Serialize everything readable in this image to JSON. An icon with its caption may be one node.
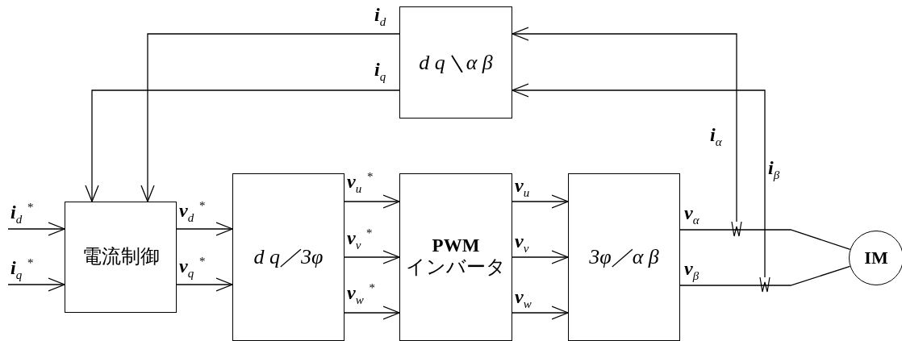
{
  "diagram": {
    "nodes": [
      {
        "text": [
          "d q＼α β"
        ]
      },
      {
        "text": [
          "電流制御"
        ]
      },
      {
        "text": [
          "d q／3φ"
        ]
      },
      {
        "text": [
          "PWM",
          "インバータ"
        ]
      },
      {
        "text": [
          "3φ／α β"
        ]
      },
      {
        "text": [
          "IM"
        ]
      },
      {
        "text": [],
        "shape": "sensor"
      },
      {
        "text": [],
        "shape": "sensor"
      }
    ],
    "edges": [
      {
        "from": null,
        "to": 1,
        "arrow": "to",
        "label": "**i**$_{d}$ $^{*}$"
      },
      {
        "from": null,
        "to": 1,
        "arrow": "to",
        "label": "**i**$_{q}$ $^{*}$"
      },
      {
        "from": 1,
        "to": 2,
        "arrow": "to",
        "label": "**v**$_{d}$ $^{*}$"
      },
      {
        "from": 1,
        "to": 2,
        "arrow": "to",
        "label": "**v**$_{q}$ $^{*}$"
      },
      {
        "from": 2,
        "to": 3,
        "arrow": "to",
        "label": "**v**$_{u}$ $^{*}$"
      },
      {
        "from": 2,
        "to": 3,
        "arrow": "to",
        "label": "**v**$_{v}$ $^{*}$"
      },
      {
        "from": 2,
        "to": 3,
        "arrow": "to",
        "label": "**v**$_{w}$ $^{*}$"
      },
      {
        "from": 3,
        "to": 4,
        "arrow": "to",
        "label": "**v**$_{u}$"
      },
      {
        "from": 3,
        "to": 4,
        "arrow": "to",
        "label": "**v**$_{v}$"
      },
      {
        "from": 3,
        "to": 4,
        "arrow": "to",
        "label": "**v**$_{w}$"
      },
      {
        "from": 4,
        "to": 5,
        "arrow": "none",
        "label": "**v**$_{α}$"
      },
      {
        "from": 4,
        "to": 5,
        "arrow": "none",
        "label": "**v**$_{β}$"
      },
      {
        "from": 6,
        "to": 0,
        "arrow": "to",
        "label": "**i**$_{α}$"
      },
      {
        "from": 7,
        "to": 0,
        "arrow": "to",
        "label": "**i**$_{β}$"
      },
      {
        "from": 0,
        "to": 1,
        "arrow": "to",
        "label": "**i**$_{d}$"
      },
      {
        "from": 0,
        "to": 1,
        "arrow": "to",
        "label": "**i**$_{q}$"
      }
    ]
  }
}
